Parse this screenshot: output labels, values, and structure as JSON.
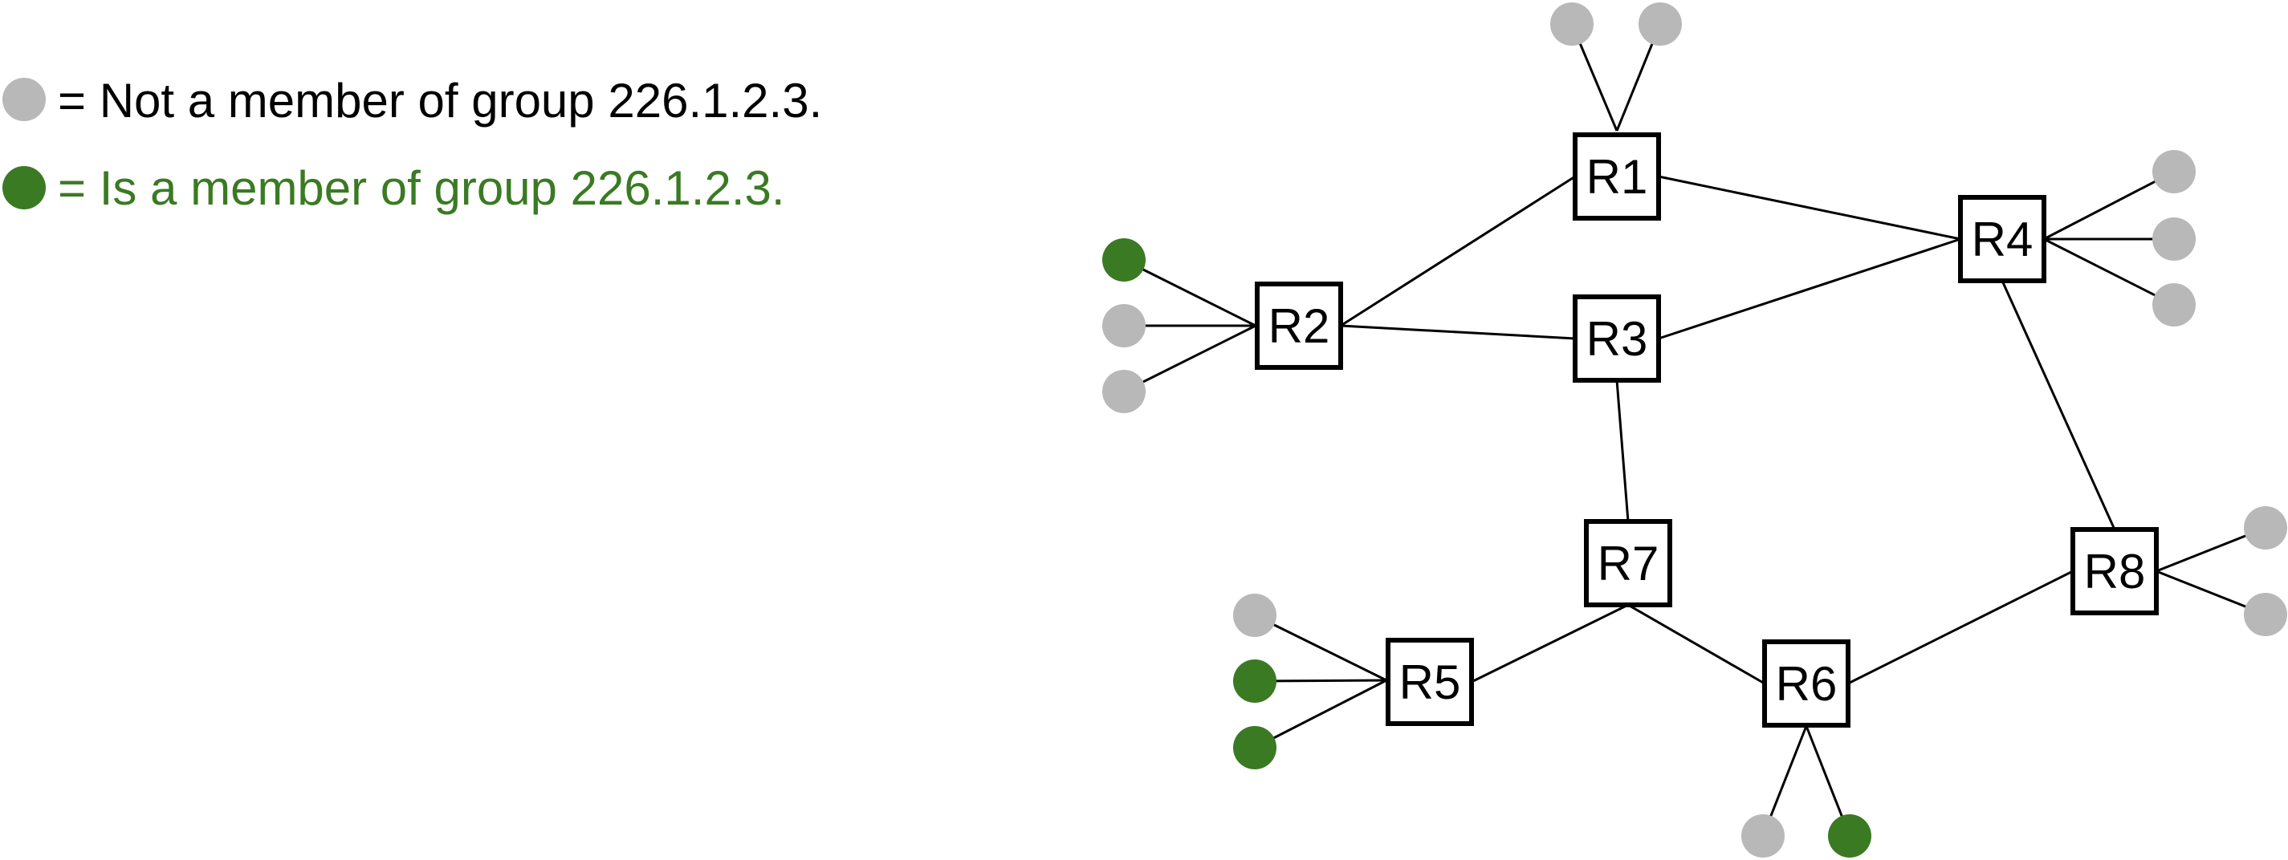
{
  "colors": {
    "non_member": "#b8b8b8",
    "member": "#3a7a23",
    "line": "#000000",
    "router_border": "#000000",
    "router_fill": "#ffffff"
  },
  "legend": {
    "non_member_text": "= Not a member of group 226.1.2.3.",
    "member_text": "= Is a member of group 226.1.2.3."
  },
  "routers": [
    {
      "id": "R1",
      "label": "R1"
    },
    {
      "id": "R2",
      "label": "R2"
    },
    {
      "id": "R3",
      "label": "R3"
    },
    {
      "id": "R4",
      "label": "R4"
    },
    {
      "id": "R5",
      "label": "R5"
    },
    {
      "id": "R6",
      "label": "R6"
    },
    {
      "id": "R7",
      "label": "R7"
    },
    {
      "id": "R8",
      "label": "R8"
    }
  ],
  "links": [
    [
      "R1",
      "R2"
    ],
    [
      "R1",
      "R4"
    ],
    [
      "R2",
      "R3"
    ],
    [
      "R3",
      "R4"
    ],
    [
      "R3",
      "R7"
    ],
    [
      "R4",
      "R8"
    ],
    [
      "R7",
      "R5"
    ],
    [
      "R7",
      "R6"
    ],
    [
      "R6",
      "R8"
    ]
  ],
  "hosts": [
    {
      "router": "R1",
      "member": false
    },
    {
      "router": "R1",
      "member": false
    },
    {
      "router": "R2",
      "member": true
    },
    {
      "router": "R2",
      "member": false
    },
    {
      "router": "R2",
      "member": false
    },
    {
      "router": "R4",
      "member": false
    },
    {
      "router": "R4",
      "member": false
    },
    {
      "router": "R4",
      "member": false
    },
    {
      "router": "R5",
      "member": false
    },
    {
      "router": "R5",
      "member": true
    },
    {
      "router": "R5",
      "member": true
    },
    {
      "router": "R6",
      "member": false
    },
    {
      "router": "R6",
      "member": true
    },
    {
      "router": "R8",
      "member": false
    },
    {
      "router": "R8",
      "member": false
    }
  ]
}
